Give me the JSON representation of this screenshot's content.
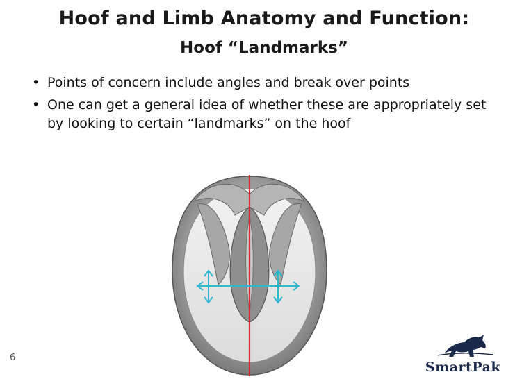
{
  "slide": {
    "title": "Hoof and Limb Anatomy and Function:",
    "subtitle": "Hoof “Landmarks”",
    "bullets": [
      "Points of concern include angles and break over points",
      "One can get a general idea of whether these are appropriately set by looking to certain “landmarks” on the hoof"
    ],
    "page_number": "6"
  },
  "logo": {
    "text": "SmartPak"
  },
  "colors": {
    "title": "#1a1a1a",
    "midline": "#e2262b",
    "arrows": "#2fb6d3",
    "logo": "#1b2a4a"
  },
  "icons": {
    "logo_mark": "running-horse-icon"
  }
}
